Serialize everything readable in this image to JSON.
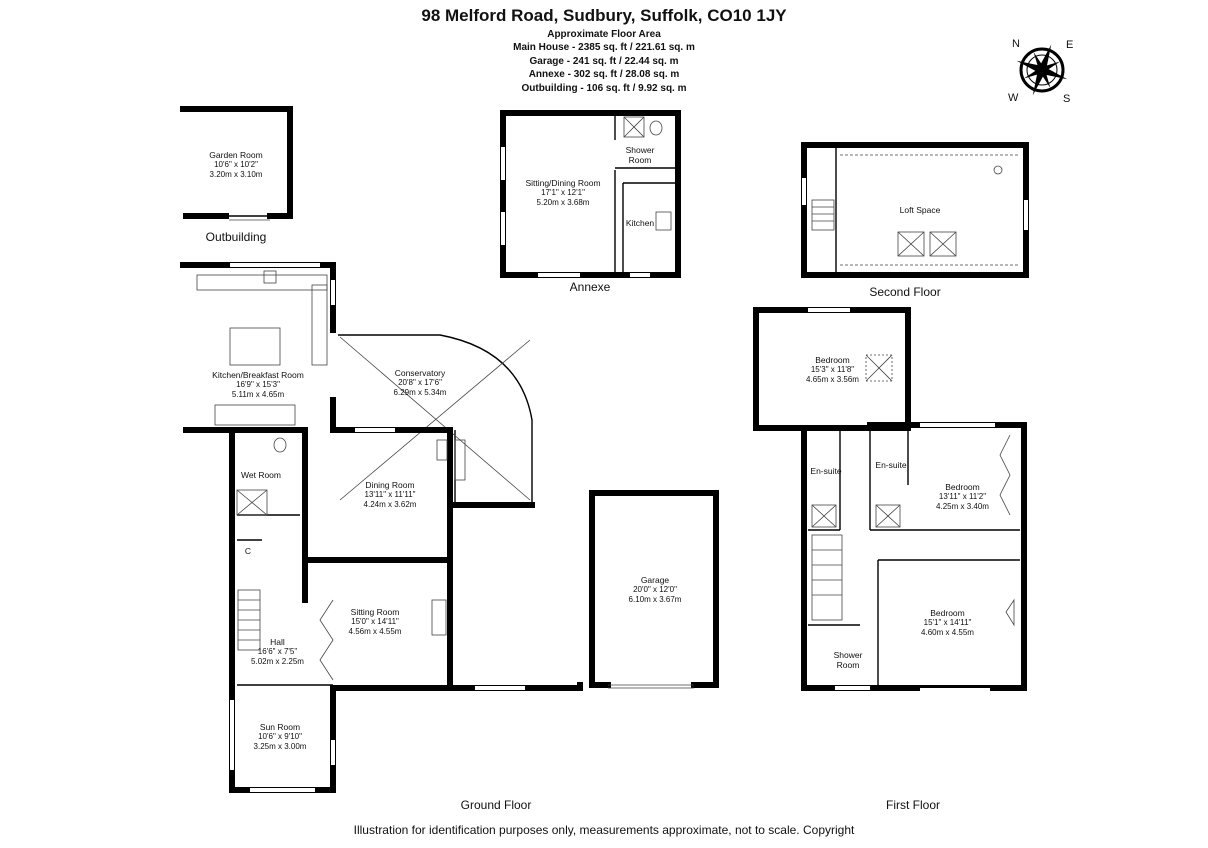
{
  "header": {
    "address": "98 Melford Road, Sudbury, Suffolk, CO10 1JY",
    "area_heading": "Approximate Floor Area",
    "areas": [
      "Main House - 2385 sq. ft / 221.61 sq. m",
      "Garage - 241 sq. ft / 22.44 sq. m",
      "Annexe - 302 sq. ft / 28.08 sq. m",
      "Outbuilding - 106 sq. ft / 9.92 sq. m"
    ]
  },
  "compass": {
    "icon": "compass-rose-icon",
    "n": "N",
    "e": "E",
    "s": "S",
    "w": "W"
  },
  "plans": {
    "outbuilding": "Outbuilding",
    "annexe": "Annexe",
    "second_floor": "Second Floor",
    "ground_floor": "Ground Floor",
    "first_floor": "First Floor"
  },
  "rooms": {
    "garden_room": {
      "name": "Garden Room",
      "imperial": "10'6\" x 10'2\"",
      "metric": "3.20m x 3.10m"
    },
    "sitting_dining": {
      "name": "Sitting/Dining Room",
      "imperial": "17'1\" x 12'1\"",
      "metric": "5.20m x 3.68m"
    },
    "annexe_shower": {
      "name": "Shower Room"
    },
    "annexe_kitchen": {
      "name": "Kitchen"
    },
    "loft": {
      "name": "Loft Space"
    },
    "kitchen_breakfast": {
      "name": "Kitchen/Breakfast Room",
      "imperial": "16'9\" x 15'3\"",
      "metric": "5.11m x 4.65m"
    },
    "conservatory": {
      "name": "Conservatory",
      "imperial": "20'8\" x 17'6\"",
      "metric": "6.29m x 5.34m"
    },
    "wet_room": {
      "name": "Wet Room"
    },
    "cupboard": {
      "name": "C"
    },
    "dining_room": {
      "name": "Dining Room",
      "imperial": "13'11\" x 11'11\"",
      "metric": "4.24m x 3.62m"
    },
    "sitting_room": {
      "name": "Sitting Room",
      "imperial": "15'0\" x 14'11\"",
      "metric": "4.56m x 4.55m"
    },
    "hall": {
      "name": "Hall",
      "imperial": "16'6\" x 7'5\"",
      "metric": "5.02m x 2.25m"
    },
    "sun_room": {
      "name": "Sun Room",
      "imperial": "10'6\" x 9'10\"",
      "metric": "3.25m x 3.00m"
    },
    "garage": {
      "name": "Garage",
      "imperial": "20'0\" x 12'0\"",
      "metric": "6.10m x 3.67m"
    },
    "bedroom_top": {
      "name": "Bedroom",
      "imperial": "15'3\" x 11'8\"",
      "metric": "4.65m x 3.56m"
    },
    "ensuite_left": {
      "name": "En-suite"
    },
    "ensuite_right": {
      "name": "En-suite"
    },
    "bedroom_right": {
      "name": "Bedroom",
      "imperial": "13'11\" x 11'2\"",
      "metric": "4.25m x 3.40m"
    },
    "bedroom_bottom": {
      "name": "Bedroom",
      "imperial": "15'1\" x 14'11\"",
      "metric": "4.60m x 4.55m"
    },
    "shower_room_ff": {
      "name": "Shower Room"
    }
  },
  "footer": {
    "disclaimer": "Illustration for identification purposes only, measurements approximate, not to scale. Copyright"
  }
}
